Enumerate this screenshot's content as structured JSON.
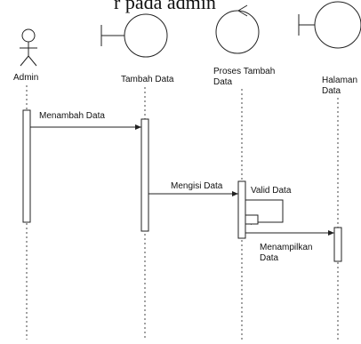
{
  "header_fragment": "r pada admin",
  "lifelines": {
    "admin": "Admin",
    "tambah_data": "Tambah Data",
    "proses_line1": "Proses Tambah",
    "proses_line2": "Data",
    "halaman_line1": "Halaman",
    "halaman_line2": "Data"
  },
  "messages": {
    "menambah_data": "Menambah Data",
    "mengisi_data": "Mengisi Data",
    "valid_data": "Valid Data",
    "menampilkan_line1": "Menampilkan",
    "menampilkan_line2": "Data"
  }
}
